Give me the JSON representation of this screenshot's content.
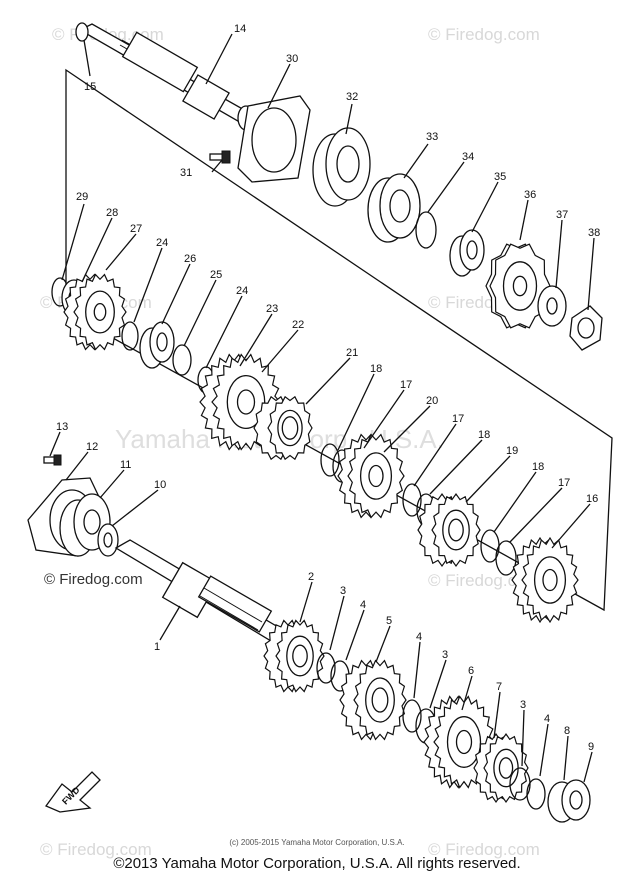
{
  "watermark": {
    "brand": "Firedog.com",
    "logo_text": "© Firedog.com",
    "center_text": "Yamaha Motor Corp., U.S.A."
  },
  "fwd_label": "FWD",
  "small_copyright": "(c) 2005-2015 Yamaha Motor Corporation, U.S.A.",
  "footer": "©2013 Yamaha Motor Corporation, U.S.A. All rights reserved.",
  "part_labels": {
    "p1": "1",
    "p2": "2",
    "p3a": "3",
    "p3b": "3",
    "p3c": "3",
    "p4a": "4",
    "p4b": "4",
    "p4c": "4",
    "p5": "5",
    "p6": "6",
    "p7": "7",
    "p8": "8",
    "p9": "9",
    "p10": "10",
    "p11": "11",
    "p12": "12",
    "p13": "13",
    "p14": "14",
    "p15": "15",
    "p16": "16",
    "p17a": "17",
    "p17b": "17",
    "p17c": "17",
    "p18a": "18",
    "p18b": "18",
    "p18c": "18",
    "p19": "19",
    "p20": "20",
    "p21": "21",
    "p22": "22",
    "p23": "23",
    "p24a": "24",
    "p24b": "24",
    "p25": "25",
    "p26": "26",
    "p27": "27",
    "p28": "28",
    "p29": "29",
    "p30": "30",
    "p31": "31",
    "p32": "32",
    "p33": "33",
    "p34": "34",
    "p35": "35",
    "p36": "36",
    "p37": "37",
    "p38": "38"
  }
}
